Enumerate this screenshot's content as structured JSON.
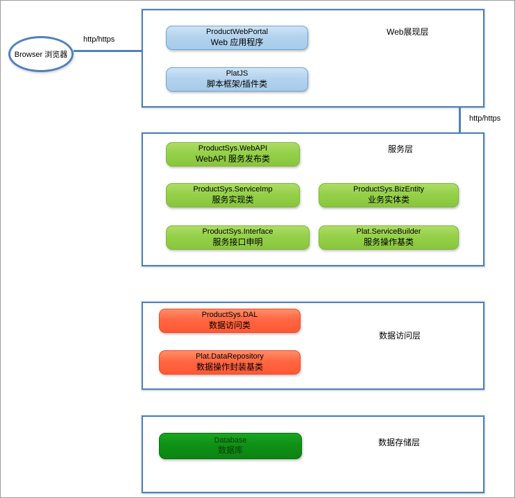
{
  "browser_node": {
    "label": "Browser 浏览器"
  },
  "connectors": {
    "browser_to_web": {
      "label": "http/https"
    },
    "web_to_service": {
      "label": "http/https"
    }
  },
  "layers": [
    {
      "label": "Web展现层",
      "nodes": [
        {
          "title": "ProductWebPortal",
          "subtitle": "Web 应用程序",
          "color": "blue"
        },
        {
          "title": "PlatJS",
          "subtitle": "脚本框架/插件类",
          "color": "blue"
        }
      ]
    },
    {
      "label": "服务层",
      "nodes": [
        {
          "title": "ProductSys.WebAPI",
          "subtitle": "WebAPI 服务发布类",
          "color": "green"
        },
        {
          "title": "ProductSys.ServiceImp",
          "subtitle": "服务实现类",
          "color": "green"
        },
        {
          "title": "ProductSys.BizEntity",
          "subtitle": "业务实体类",
          "color": "green"
        },
        {
          "title": "ProductSys.Interface",
          "subtitle": "服务接口申明",
          "color": "green"
        },
        {
          "title": "Plat.ServiceBuilder",
          "subtitle": "服务操作基类",
          "color": "green"
        }
      ]
    },
    {
      "label": "数据访问层",
      "nodes": [
        {
          "title": "ProductSys.DAL",
          "subtitle": "数据访问类",
          "color": "red"
        },
        {
          "title": "Plat.DataRepository",
          "subtitle": "数据操作封装基类",
          "color": "red"
        }
      ]
    },
    {
      "label": "数据存储层",
      "nodes": [
        {
          "title": "Database",
          "subtitle": "数据库",
          "color": "dark-green"
        }
      ]
    }
  ],
  "colors": {
    "connector_blue": "#4f81bd",
    "layer_border_blue": "#4f81bd",
    "node_blue_fill": "#b3d3ee",
    "node_green_fill": "#93cf47",
    "node_red_fill": "#ff6742",
    "node_dark_green_fill": "#0f9116"
  }
}
